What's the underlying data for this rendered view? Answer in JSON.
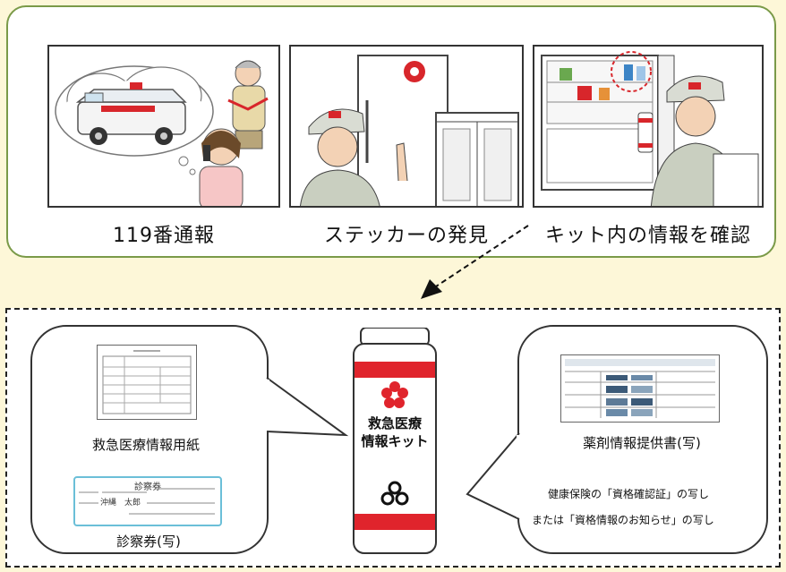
{
  "steps": [
    {
      "label": "119番通報"
    },
    {
      "label": "ステッカーの発見"
    },
    {
      "label": "キット内の情報を確認"
    }
  ],
  "kit": {
    "line1": "救急医療",
    "line2": "情報キット"
  },
  "left_items": {
    "form_label": "救急医療情報用紙",
    "card_label": "診察券(写)",
    "card_title": "診察券",
    "card_name": "沖縄　太郎"
  },
  "right_items": {
    "doc_label": "薬剤情報提供書(写)",
    "note1": "健康保険の「資格確認証」の写し",
    "note2": "または「資格情報のお知らせ」の写し"
  }
}
